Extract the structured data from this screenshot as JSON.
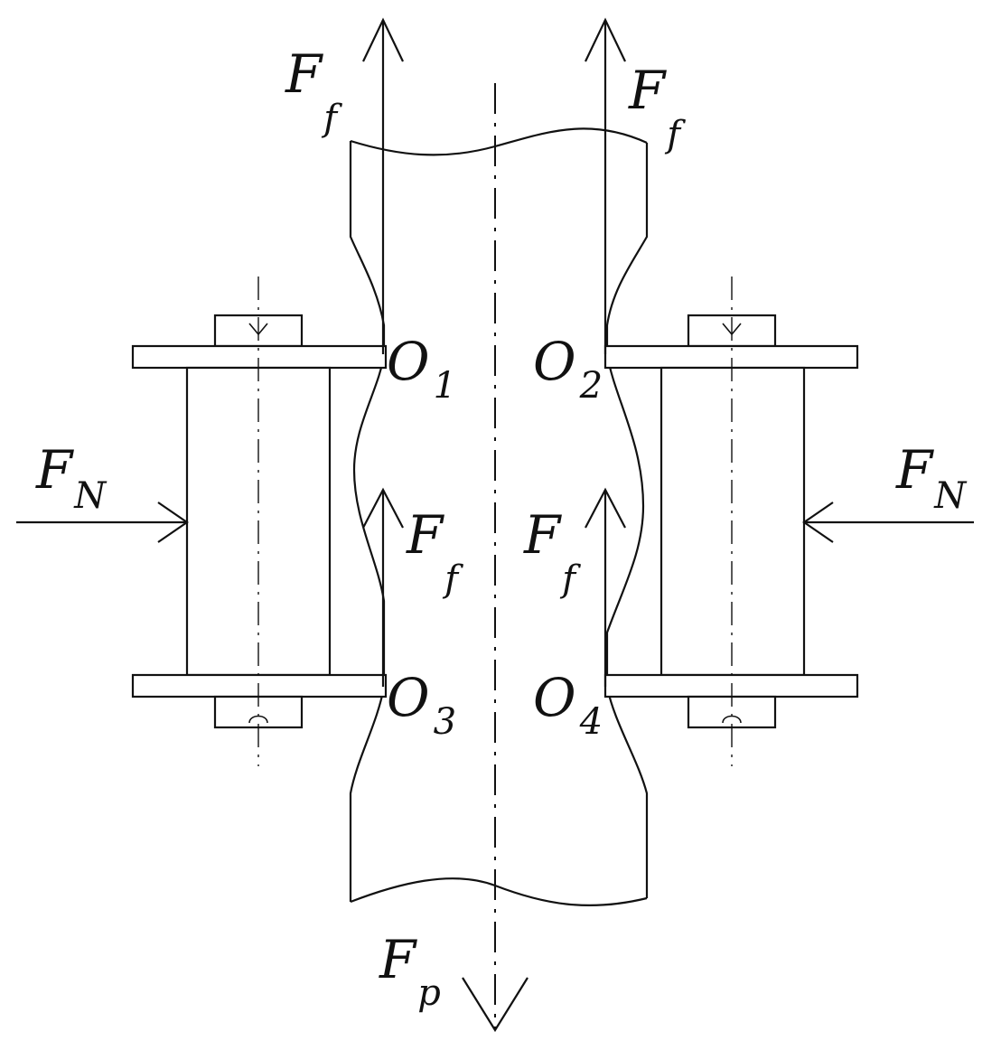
{
  "labels": {
    "ff_top_left": {
      "main": "F",
      "sub": "f"
    },
    "ff_top_right": {
      "main": "F",
      "sub": "f"
    },
    "ff_mid_left": {
      "main": "F",
      "sub": "f"
    },
    "ff_mid_right": {
      "main": "F",
      "sub": "f"
    },
    "fn_left": {
      "main": "F",
      "sub": "N"
    },
    "fn_right": {
      "main": "F",
      "sub": "N"
    },
    "fp_bottom": {
      "main": "F",
      "sub": "p"
    },
    "o1": {
      "main": "O",
      "sub": "1"
    },
    "o2": {
      "main": "O",
      "sub": "2"
    },
    "o3": {
      "main": "O",
      "sub": "3"
    },
    "o4": {
      "main": "O",
      "sub": "4"
    }
  }
}
